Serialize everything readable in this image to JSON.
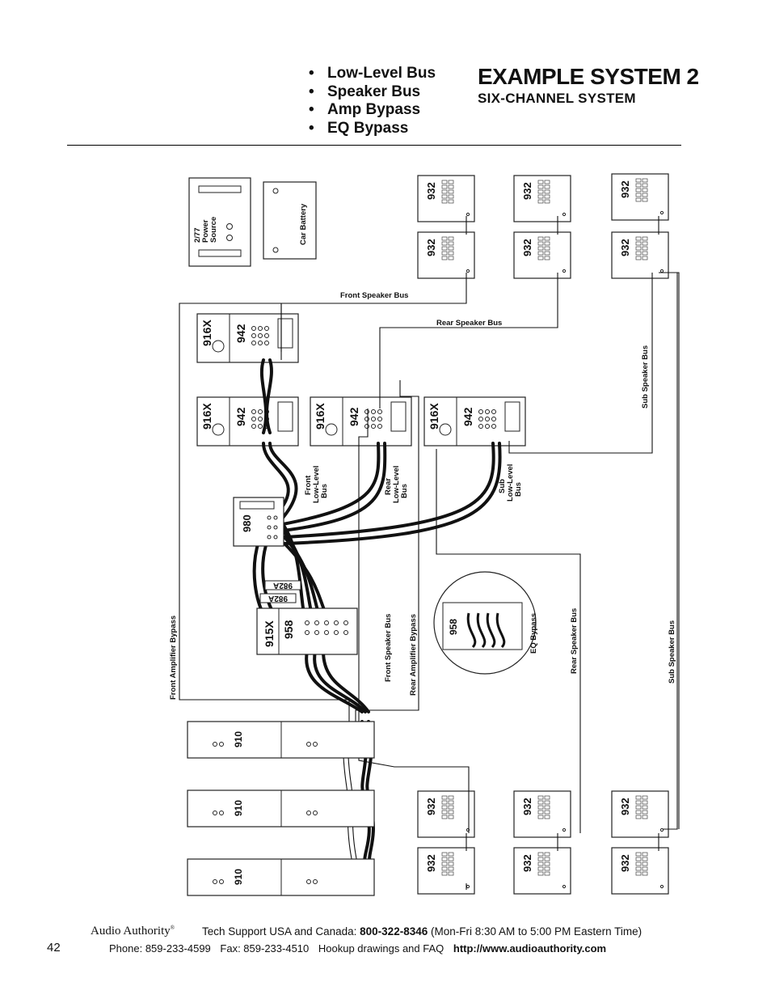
{
  "features": [
    "Low-Level Bus",
    "Speaker Bus",
    "Amp Bypass",
    "EQ Bypass"
  ],
  "title": "EXAMPLE SYSTEM 2",
  "subtitle": "SIX-CHANNEL SYSTEM",
  "power_source": {
    "line1": "2/77",
    "line2": "Power",
    "line3": "Source"
  },
  "battery": "Car Battery",
  "models": {
    "speaker": "932",
    "switcher": "916X",
    "sub_switcher": "942",
    "processor": "980",
    "eq_switcher": "915X",
    "eq": "958",
    "adapter": "982A",
    "amp": "910"
  },
  "bus_labels": {
    "front_speaker_bus": "Front Speaker Bus",
    "rear_speaker_bus": "Rear Speaker Bus",
    "sub_speaker_bus": "Sub Speaker Bus",
    "front_low_level": [
      "Front",
      "Low-Level",
      "Bus"
    ],
    "rear_low_level": [
      "Rear",
      "Low-Level",
      "Bus"
    ],
    "sub_low_level": [
      "Sub",
      "Low-Level",
      "Bus"
    ],
    "front_amp_bypass": "Front Amplifier Bypass",
    "rear_amp_bypass": "Rear Amplifier Bypass",
    "eq_bypass": "EQ Bypass"
  },
  "footer": {
    "page_number": "42",
    "brand": "Audio Authority",
    "support_text": "Tech Support USA and Canada:",
    "support_phone": "800-322-8346",
    "support_hours": "(Mon-Fri 8:30 AM to 5:00 PM Eastern Time)",
    "phone": "Phone: 859-233-4599",
    "fax": "Fax: 859-233-4510",
    "hookup": "Hookup drawings and FAQ",
    "url": "http://www.audioauthority.com"
  }
}
